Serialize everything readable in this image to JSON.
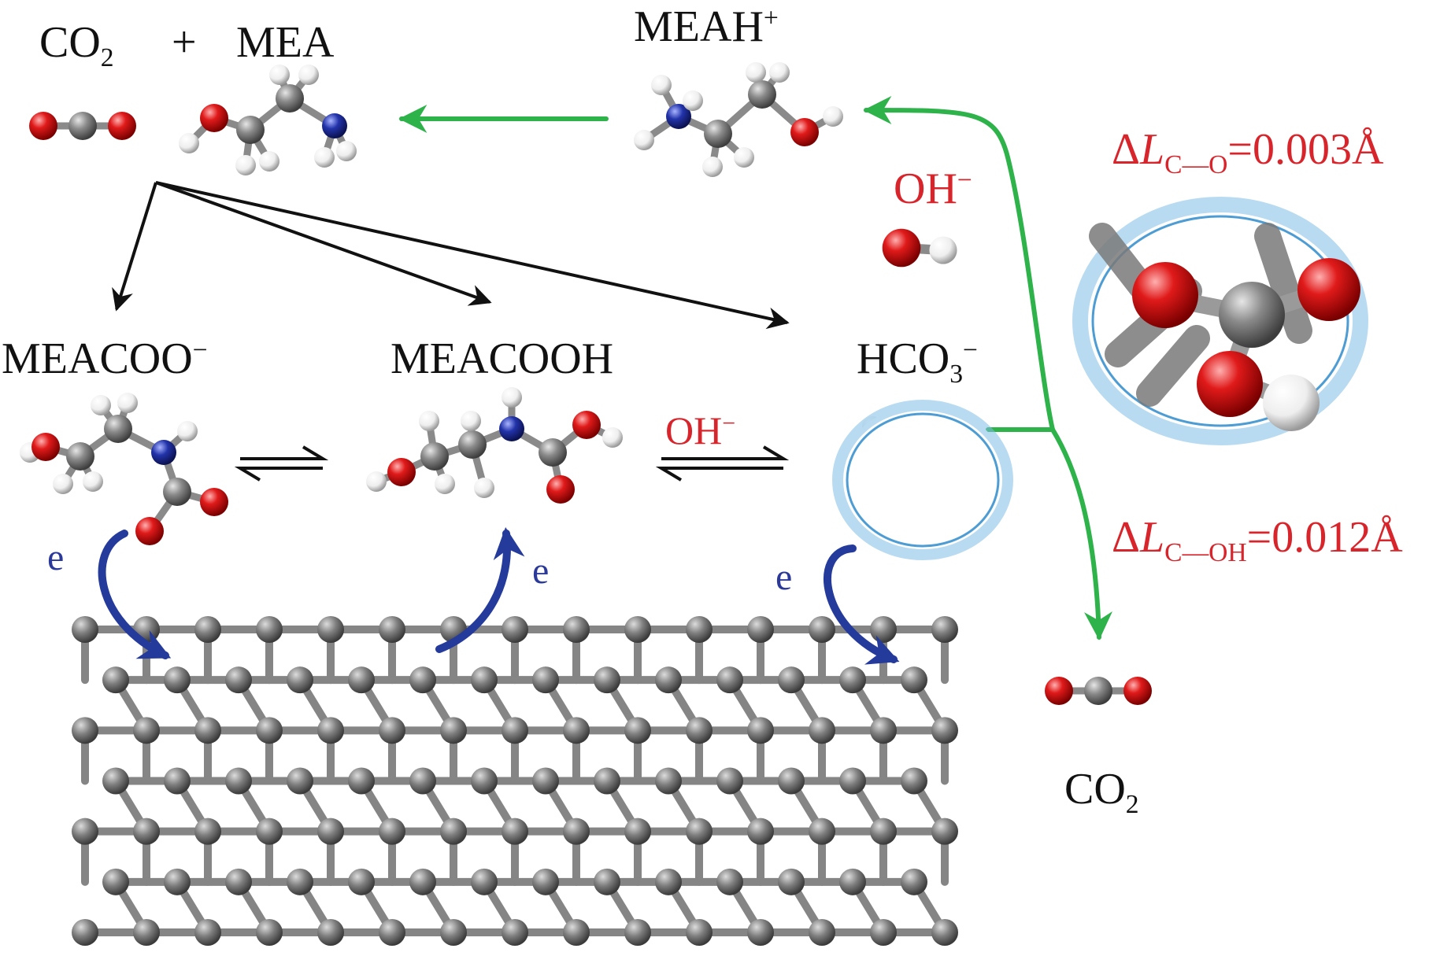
{
  "labels": {
    "reactant_co2": "CO",
    "reactant_co2_sub": "2",
    "plus": "+",
    "reactant_mea": "MEA",
    "protonated": "MEAH",
    "protonated_sup": "+",
    "hydroxide_top": "OH",
    "hydroxide_top_sup": "−",
    "carbamate": "MEACOO",
    "carbamate_sup": "−",
    "carbamic_acid": "MEACOOH",
    "bicarbonate": "HCO",
    "bicarbonate_sub": "3",
    "bicarbonate_sup": "−",
    "hydroxide_mid": "OH",
    "hydroxide_mid_sup": "−",
    "electron": "e",
    "product_co2": "CO",
    "product_co2_sub": "2"
  },
  "bond_changes": [
    {
      "delta": "Δ",
      "symbol": "L",
      "bond": "C—O",
      "value": "=0.003Å"
    },
    {
      "delta": "Δ",
      "symbol": "L",
      "bond": "C—OH",
      "value": "=0.012Å"
    }
  ],
  "colors": {
    "carbon": "#6d6d6d",
    "oxygen": "#d4141e",
    "nitrogen": "#1f2f9b",
    "hydrogen": "#f4f4f4",
    "green_arrow": "#2eb24a",
    "black_arrow": "#111111",
    "electron_arrow": "#253b9c",
    "red_text": "#d8252b",
    "halo": "#6fb3e0"
  }
}
